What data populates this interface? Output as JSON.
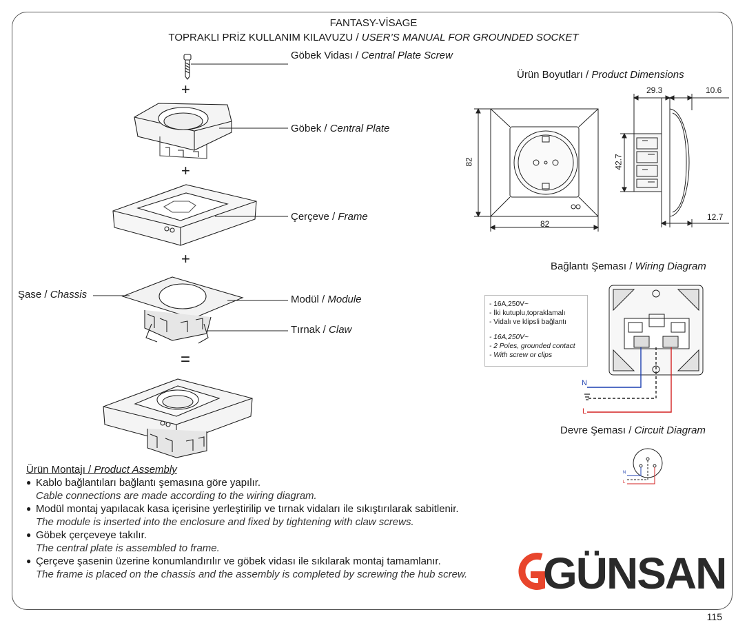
{
  "header": {
    "title": "FANTASY-VİSAGE",
    "subtitle_tr": "TOPRAKLI PRİZ KULLANIM KILAVUZU",
    "subtitle_en": "USER’S MANUAL FOR GROUNDED SOCKET"
  },
  "parts": {
    "screw_tr": "Göbek Vidası",
    "screw_en": "Central Plate Screw",
    "plate_tr": "Göbek",
    "plate_en": "Central Plate",
    "frame_tr": "Çerçeve",
    "frame_en": "Frame",
    "chassis_tr": "Şase",
    "chassis_en": "Chassis",
    "module_tr": "Modül",
    "module_en": "Module",
    "claw_tr": "Tırnak",
    "claw_en": "Claw",
    "sep": " / "
  },
  "symbols": {
    "plus": "+",
    "equals": "="
  },
  "dimensions": {
    "title_tr": "Ürün Boyutları",
    "title_en": "Product Dimensions",
    "d_29_3": "29.3",
    "d_10_6": "10.6",
    "d_82_h": "82",
    "d_82_w": "82",
    "d_42_7": "42.7",
    "d_12_7": "12.7"
  },
  "wiring": {
    "title_tr": "Bağlantı Şeması",
    "title_en": "Wiring Diagram",
    "n_label": "N",
    "l_label": "L",
    "spec_tr": [
      "- 16A,250V~",
      "- İki kutuplu,topraklamalı",
      "- Vidalı ve klipsli bağlantı"
    ],
    "spec_en": [
      "- 16A,250V~",
      "- 2 Poles, grounded contact",
      "- With screw or clips"
    ]
  },
  "circuit": {
    "title_tr": "Devre Şeması",
    "title_en": "Circuit Diagram",
    "n_label": "N",
    "l_label": "L"
  },
  "assembly": {
    "title_tr": "Ürün Montajı",
    "title_en": "Product Assembly",
    "steps": [
      {
        "tr": "Kablo bağlantıları bağlantı şemasına göre yapılır.",
        "en": "Cable connections are made according to the wiring diagram."
      },
      {
        "tr": "Modül montaj yapılacak kasa içerisine yerleştirilip ve tırnak vidaları ile sıkıştırılarak sabitlenir.",
        "en": "The module is inserted into the enclosure and fixed by tightening with claw screws."
      },
      {
        "tr": "Göbek çerçeveye takılır.",
        "en": "The central plate is assembled to frame."
      },
      {
        "tr": "Çerçeve şasenin üzerine konumlandırılır ve göbek vidası ile sıkılarak montaj tamamlanır.",
        "en": "The frame is placed on the chassis and the assembly is completed by screwing the hub screw."
      }
    ]
  },
  "brand": {
    "name": "GÜNSAN",
    "accent": "#e8452c",
    "dark": "#2a2a2a"
  },
  "page_number": "115"
}
